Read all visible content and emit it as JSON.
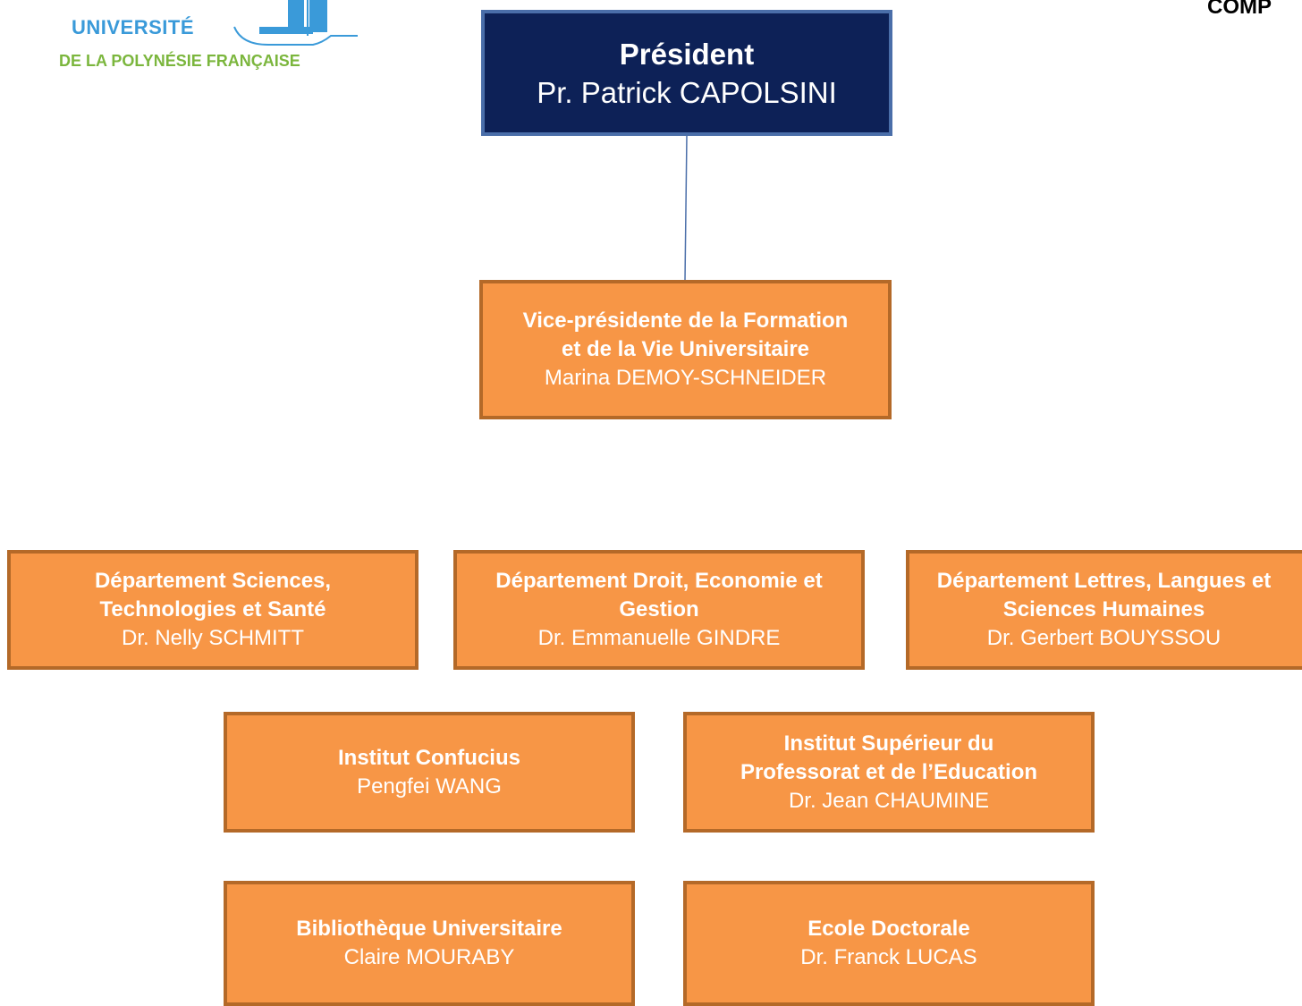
{
  "logo": {
    "university": "UNIVERSITÉ",
    "subtitle": "DE LA POLYNÉSIE FRANÇAISE"
  },
  "corner_title": "COMP",
  "president": {
    "title": "Président",
    "name": "Pr. Patrick CAPOLSINI"
  },
  "vice_president": {
    "title_line1": "Vice-présidente de la Formation",
    "title_line2": "et de la Vie Universitaire",
    "name": "Marina DEMOY-SCHNEIDER"
  },
  "departments": [
    {
      "title_line1": "Département Sciences,",
      "title_line2": "Technologies et Santé",
      "name": "Dr. Nelly SCHMITT"
    },
    {
      "title_line1": "Département Droit, Economie et",
      "title_line2": "Gestion",
      "name": "Dr. Emmanuelle GINDRE"
    },
    {
      "title_line1": "Département Lettres, Langues et",
      "title_line2": "Sciences Humaines",
      "name": "Dr. Gerbert BOUYSSOU"
    }
  ],
  "institutes": [
    {
      "title": "Institut Confucius",
      "name": "Pengfei WANG"
    },
    {
      "title_line1": "Institut Supérieur du",
      "title_line2": "Professorat et de l’Education",
      "name": "Dr. Jean CHAUMINE"
    }
  ],
  "services": [
    {
      "title": "Bibliothèque Universitaire",
      "name": "Claire MOURABY"
    },
    {
      "title": "Ecole Doctorale",
      "name": "Dr. Franck LUCAS"
    }
  ],
  "colors": {
    "president_fill": "#0d2157",
    "unit_fill": "#f79646",
    "unit_border": "#b46928",
    "connector": "#4a6ea9"
  }
}
